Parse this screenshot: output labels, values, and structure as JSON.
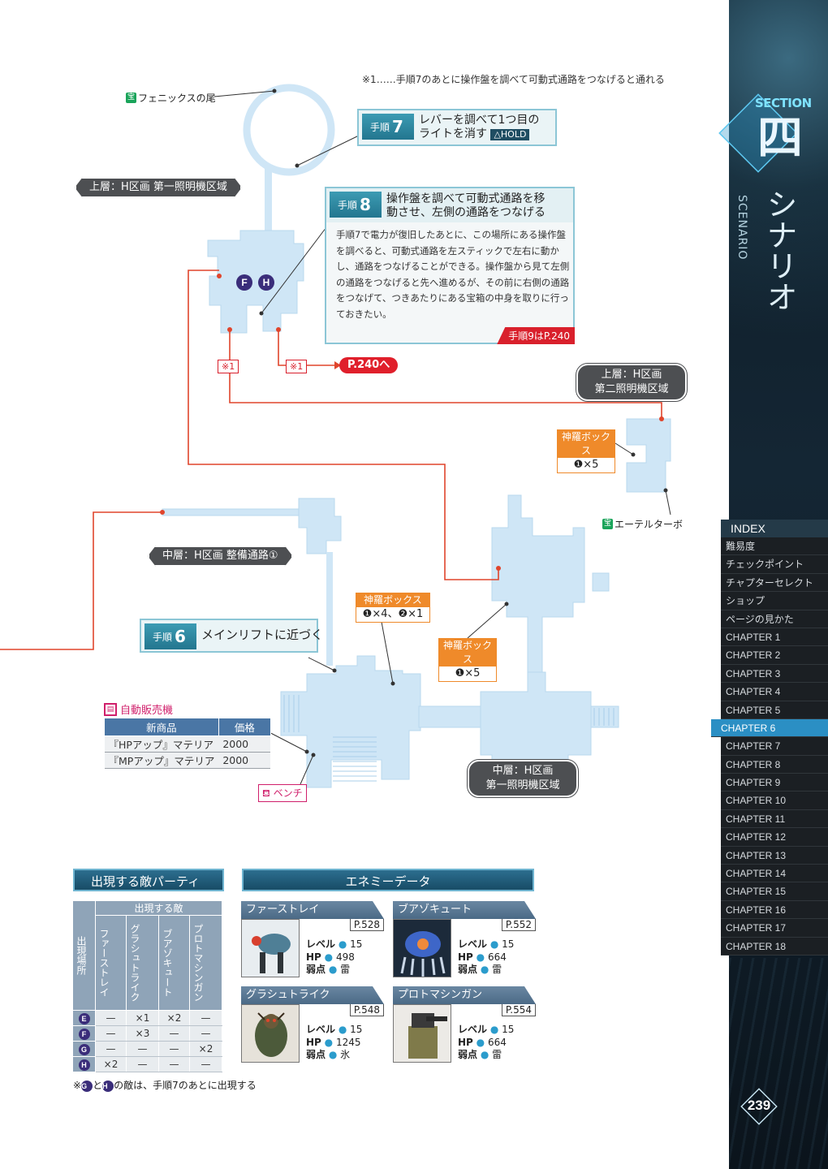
{
  "note_top": "※1……手順7のあとに操作盤を調べて可動式通路をつなげると通れる",
  "treasures": {
    "icon_label": "宝",
    "phoenix": "フェニックスの尾",
    "ether": "エーテルターボ"
  },
  "areas": {
    "upper_h_first": "上層：H区画 第一照明機区域",
    "upper_h_second_1": "上層：H区画",
    "upper_h_second_2": "第二照明機区域",
    "mid_h_passage": "中層：H区画 整備通路①",
    "mid_h_first_1": "中層：H区画",
    "mid_h_first_2": "第一照明機区域"
  },
  "step7": {
    "label": "手順",
    "num": "7",
    "title_1": "レバーを調べて1つ目の",
    "title_2": "ライトを消す",
    "hold": "△HOLD"
  },
  "step8": {
    "label": "手順",
    "num": "8",
    "title_1": "操作盤を調べて可動式通路を移",
    "title_2": "動させ、左側の通路をつなげる",
    "body": "手順7で電力が復旧したあとに、この場所にある操作盤を調べると、可動式通路を左スティックで左右に動かし、通路をつなげることができる。操作盤から見て左側の通路をつなげると先へ進めるが、その前に右側の通路をつなげて、つきあたりにある宝箱の中身を取りに行っておきたい。",
    "ref": "手順9はP.240"
  },
  "step6": {
    "label": "手順",
    "num": "6",
    "title": "メインリフトに近づく"
  },
  "markers": {
    "note1": "※1",
    "note2": "※1",
    "p240": "P.240へ",
    "enemy_f": "F",
    "enemy_h": "H"
  },
  "boxes": {
    "title": "神羅ボックス",
    "box1": "❶×5",
    "box2": "❶×4、❷×1",
    "box3": "❶×5"
  },
  "vending": {
    "title": "自動販売機",
    "icon": "▤",
    "col_item": "新商品",
    "col_price": "価格",
    "rows": [
      {
        "item": "『HPアップ』マテリア",
        "price": "2000"
      },
      {
        "item": "『MPアップ』マテリア",
        "price": "2000"
      }
    ]
  },
  "bench": {
    "icon": "⛾",
    "label": "ベンチ"
  },
  "party": {
    "title": "出現する敵パーティ",
    "location": "出現場所",
    "enemies_header": "出現する敵",
    "cols": [
      "ファーストレイ",
      "グラシュトライク",
      "ブアゾキュート",
      "プロトマシンガン"
    ],
    "rows": [
      {
        "loc": "E",
        "vals": [
          "—",
          "×1",
          "×2",
          "—"
        ]
      },
      {
        "loc": "F",
        "vals": [
          "—",
          "×3",
          "—",
          "—"
        ]
      },
      {
        "loc": "G",
        "vals": [
          "—",
          "—",
          "—",
          "×2"
        ]
      },
      {
        "loc": "H",
        "vals": [
          "×2",
          "—",
          "—",
          "—"
        ]
      }
    ],
    "note_pre": "※",
    "note_g": "G",
    "note_mid": "と",
    "note_h": "H",
    "note_post": "の敵は、手順7のあとに出現する"
  },
  "enemy_data": {
    "title": "エネミーデータ",
    "label_level": "レベル",
    "label_hp": "HP",
    "label_weak": "弱点",
    "cards": [
      {
        "name": "ファーストレイ",
        "page": "P.528",
        "level": "15",
        "hp": "498",
        "weak": "雷"
      },
      {
        "name": "ブアゾキュート",
        "page": "P.552",
        "level": "15",
        "hp": "664",
        "weak": "雷"
      },
      {
        "name": "グラシュトライク",
        "page": "P.548",
        "level": "15",
        "hp": "1245",
        "weak": "氷"
      },
      {
        "name": "プロトマシンガン",
        "page": "P.554",
        "level": "15",
        "hp": "664",
        "weak": "雷"
      }
    ]
  },
  "sidebar": {
    "section": "SECTION",
    "section_num": "四",
    "scenario_jp": "シナリオ",
    "scenario_en": "SCENARIO",
    "index_title": "INDEX",
    "items": [
      "難易度",
      "チェックポイント",
      "チャプターセレクト",
      "ショップ",
      "ページの見かた",
      "CHAPTER 1",
      "CHAPTER 2",
      "CHAPTER 3",
      "CHAPTER 4",
      "CHAPTER 5",
      "CHAPTER 6",
      "CHAPTER 7",
      "CHAPTER 8",
      "CHAPTER 9",
      "CHAPTER 10",
      "CHAPTER 11",
      "CHAPTER 12",
      "CHAPTER 13",
      "CHAPTER 14",
      "CHAPTER 15",
      "CHAPTER 16",
      "CHAPTER 17",
      "CHAPTER 18"
    ],
    "active": "CHAPTER 6",
    "page": "239"
  },
  "colors": {
    "map_fill": "#cfe6f6",
    "route_red": "#e0452c",
    "accent_blue": "#2b8fc4",
    "step_teal": "#2a839c"
  }
}
